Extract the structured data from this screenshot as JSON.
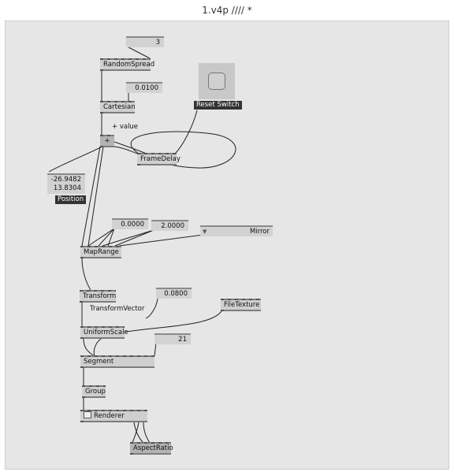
{
  "window": {
    "title": "1.v4p //// *"
  },
  "nodes": {
    "random_spread": "RandomSpread",
    "cartesian": "Cartesian",
    "add": "+",
    "frame_delay": "FrameDelay",
    "map_range": "MapRange",
    "transform": "Transform",
    "uniform_scale": "UniformScale",
    "file_texture": "FileTexture",
    "segment": "Segment",
    "group": "Group",
    "renderer": "Renderer",
    "aspect_ratio": "AspectRatio"
  },
  "io": {
    "spread_count": "3",
    "cartesian_length": "0.0100",
    "position_x": "-26.9482",
    "position_y": "13.8304",
    "position_label": "Position",
    "map_source_min": "0.0000",
    "map_source_max": "2.0000",
    "mapping_mode": "Mirror",
    "scale_value": "0.0800",
    "segment_resolution": "21"
  },
  "switch": {
    "label": "Reset Switch"
  },
  "comments": {
    "plus_value": "+ value",
    "transform_vector": "TransformVector"
  }
}
